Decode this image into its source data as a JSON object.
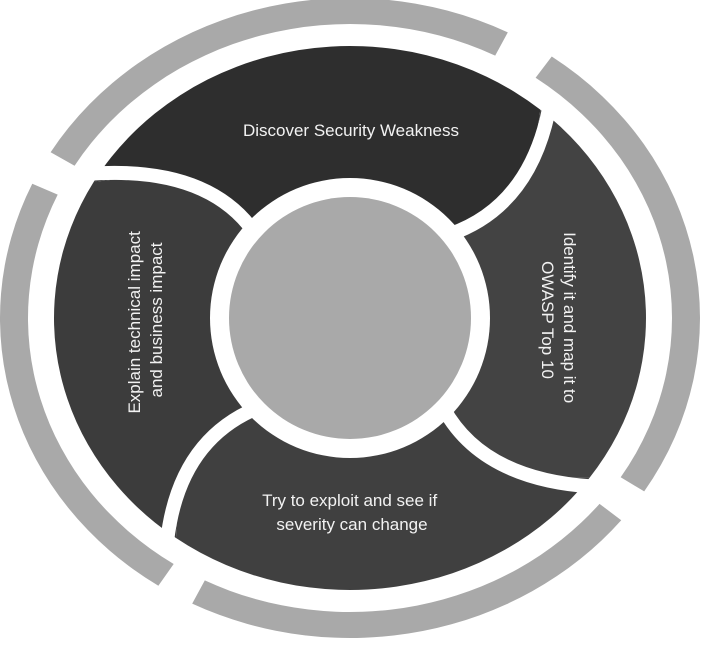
{
  "diagram": {
    "type": "cycle",
    "center": {
      "label": ""
    },
    "segments": [
      {
        "id": "top",
        "lines": [
          "Discover Security Weakness"
        ]
      },
      {
        "id": "right",
        "lines": [
          "Identify it and map it to",
          "OWASP Top 10"
        ]
      },
      {
        "id": "bottom",
        "lines": [
          "Try to exploit and see if",
          "severity can change"
        ]
      },
      {
        "id": "left",
        "lines": [
          "Explain technical impact",
          "and business impact"
        ]
      }
    ]
  },
  "colors": {
    "background": "#ffffff",
    "outer_ring": "#a9a9a9",
    "center_circle": "#a9a9a9",
    "segment_top": "#2e2e2e",
    "segment_right": "#434343",
    "segment_bottom": "#404040",
    "segment_left": "#3c3c3c",
    "divider": "#ffffff",
    "label_text": "#f2f2f2"
  }
}
